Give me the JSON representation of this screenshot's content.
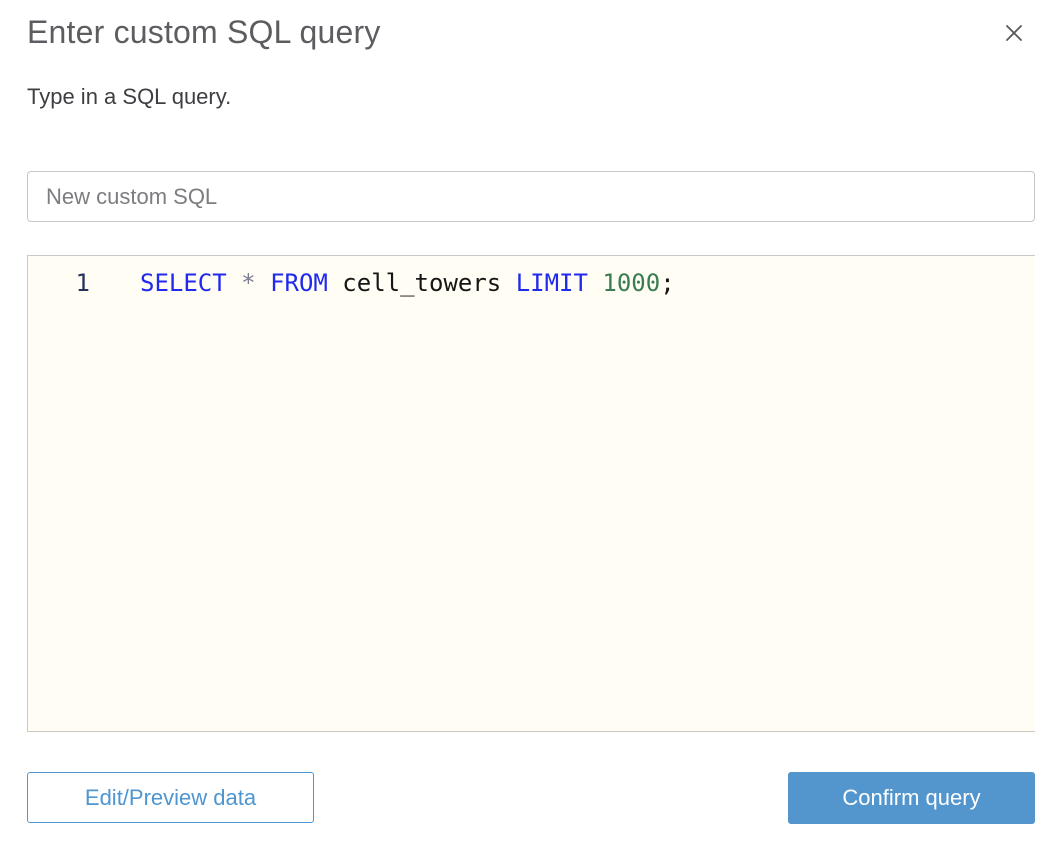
{
  "dialog": {
    "title": "Enter custom SQL query",
    "subtitle": "Type in a SQL query.",
    "close_icon": "x-close"
  },
  "name_field": {
    "value": "New custom SQL"
  },
  "sql_editor": {
    "content_plain": "SELECT * FROM cell_towers LIMIT 1000;",
    "lines": [
      {
        "number": "1",
        "tokens": [
          {
            "type": "keyword",
            "text": "SELECT"
          },
          {
            "type": "plain",
            "text": " "
          },
          {
            "type": "operator",
            "text": "*"
          },
          {
            "type": "plain",
            "text": " "
          },
          {
            "type": "keyword",
            "text": "FROM"
          },
          {
            "type": "plain",
            "text": " cell_towers "
          },
          {
            "type": "keyword",
            "text": "LIMIT"
          },
          {
            "type": "plain",
            "text": " "
          },
          {
            "type": "number",
            "text": "1000"
          },
          {
            "type": "plain",
            "text": ";"
          }
        ]
      }
    ]
  },
  "footer": {
    "edit_preview_label": "Edit/Preview data",
    "confirm_label": "Confirm query"
  },
  "colors": {
    "title": "#5c5d60",
    "subtitle": "#3e3f42",
    "input_text": "#7c7d80",
    "input_border": "#c7c7c7",
    "editor_border": "#c9c8c3",
    "editor_bg": "#fffdf4",
    "line_number": "#26325c",
    "code_plain": "#161616",
    "keyword": "#2029ee",
    "number": "#3a7d52",
    "operator": "#7b7b93",
    "accent_blue": "#4e96d1",
    "confirm_bg": "#5296cd",
    "close_icon": "#58585a"
  }
}
